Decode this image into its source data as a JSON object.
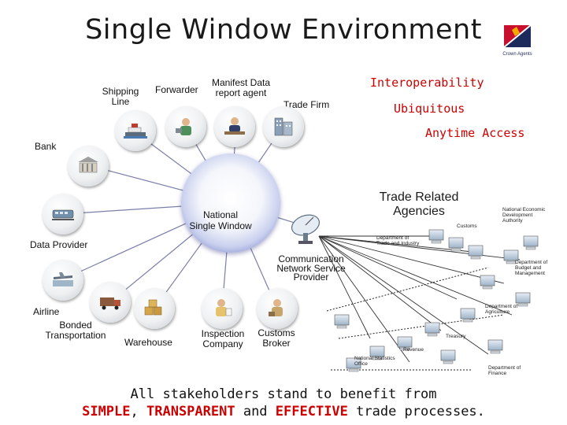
{
  "title": "Single Window Environment",
  "logo": {
    "text": "Crown Agents",
    "colors": {
      "red": "#c8102e",
      "navy": "#1d2a5c",
      "gold": "#f2a900"
    }
  },
  "highlights": {
    "interoperability": "Interoperability",
    "ubiquitous": "Ubiquitous",
    "anytime": "Anytime Access",
    "color": "#cc0000"
  },
  "hub": {
    "line1": "National",
    "line2": "Single Window"
  },
  "stakeholders": {
    "shipping_line": {
      "line1": "Shipping",
      "line2": "Line",
      "icon": "ship-icon"
    },
    "forwarder": {
      "label": "Forwarder",
      "icon": "person-phone-icon"
    },
    "manifest_agent": {
      "line1": "Manifest Data",
      "line2": "report agent",
      "icon": "person-desk-icon"
    },
    "trade_firm": {
      "label": "Trade Firm",
      "icon": "office-building-icon"
    },
    "bank": {
      "label": "Bank",
      "icon": "bank-icon"
    },
    "data_provider": {
      "label": "Data Provider",
      "icon": "train-icon"
    },
    "airline": {
      "label": "Airline",
      "icon": "airplane-icon"
    },
    "bonded": {
      "line1": "Bonded",
      "line2": "Transportation",
      "icon": "truck-icon"
    },
    "warehouse": {
      "label": "Warehouse",
      "icon": "boxes-icon"
    },
    "inspection": {
      "line1": "Inspection",
      "line2": "Company",
      "icon": "inspector-icon"
    },
    "customs_broker": {
      "line1": "Customs",
      "line2": "Broker",
      "icon": "broker-icon"
    },
    "comm_provider": {
      "line1": "Communication",
      "line2": "Network Service",
      "line3": "Provider",
      "icon": "satellite-dish-icon"
    }
  },
  "agencies": {
    "heading_line1": "Trade Related",
    "heading_line2": "Agencies",
    "customs": "Customs",
    "dti_line1": "Department of",
    "dti_line2": "Trade and Industry",
    "nedauth_line1": "National Economic",
    "nedauth_line2": "Development",
    "nedauth_line3": "Authority",
    "dbm_line1": "Department of",
    "dbm_line2": "Budget and",
    "dbm_line3": "Management",
    "da_line1": "Department of",
    "da_line2": "Agriculture",
    "treasury": "Treasury",
    "revenue": "Revenue",
    "nso_line1": "National Statistics",
    "nso_line2": "Office",
    "dof_line1": "Department of",
    "dof_line2": "Finance"
  },
  "footer": {
    "line1": "All stakeholders stand to benefit from",
    "kw1": "SIMPLE",
    "sep1": ", ",
    "kw2": "TRANSPARENT",
    "sep2": " and ",
    "kw3": "EFFECTIVE",
    "tail": " trade processes."
  }
}
